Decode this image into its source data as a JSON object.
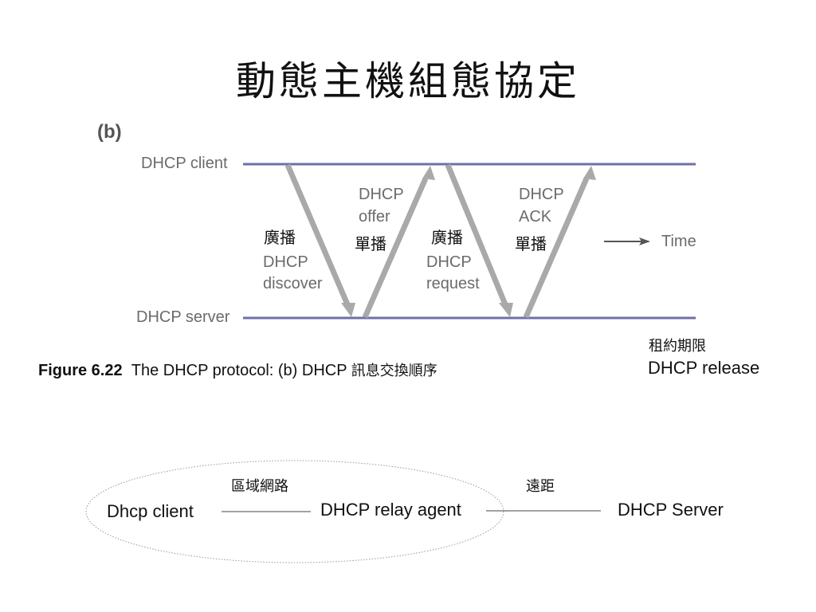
{
  "title": "動態主機組態協定",
  "panel_label": "(b)",
  "timeline": {
    "client_label": "DHCP client",
    "server_label": "DHCP server",
    "time_label": "Time"
  },
  "messages": [
    {
      "zh": "廣播",
      "line1": "DHCP",
      "line2": "discover"
    },
    {
      "zh": "單播",
      "line1": "DHCP",
      "line2": "offer"
    },
    {
      "zh": "廣播",
      "line1": "DHCP",
      "line2": "request"
    },
    {
      "zh": "單播",
      "line1": "DHCP",
      "line2": "ACK"
    }
  ],
  "lease": {
    "zh": "租約期限",
    "en": "DHCP release"
  },
  "caption": {
    "figure": "Figure 6.22",
    "text": "The DHCP protocol: (b) DHCP ",
    "zh": "訊息交換順序"
  },
  "relay": {
    "client": "Dhcp client",
    "agent": "DHCP relay agent",
    "server": "DHCP Server",
    "lan_label": "區域網路",
    "remote_label": "遠距"
  },
  "colors": {
    "timeline": "#6f6fa8",
    "arrow": "#a9a9a9",
    "label_gray": "#6b6b6b"
  }
}
